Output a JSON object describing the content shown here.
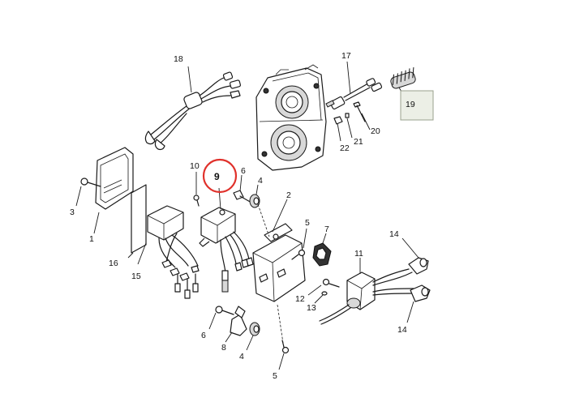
{
  "callouts": {
    "c1": "1",
    "c2": "2",
    "c3": "3",
    "c4a": "4",
    "c4b": "4",
    "c5a": "5",
    "c5b": "5",
    "c6a": "6",
    "c6b": "6",
    "c7": "7",
    "c8": "8",
    "c9": "9",
    "c10": "10",
    "c11": "11",
    "c12": "12",
    "c13": "13",
    "c14a": "14",
    "c14b": "14",
    "c15": "15",
    "c16": "16",
    "c17": "17",
    "c18": "18",
    "c19": "19",
    "c20": "20",
    "c21": "21",
    "c22": "22"
  },
  "highlight": {
    "circle_color": "#e0312b",
    "box_fill": "#ecefe6",
    "box_stroke": "#9aa08e"
  }
}
